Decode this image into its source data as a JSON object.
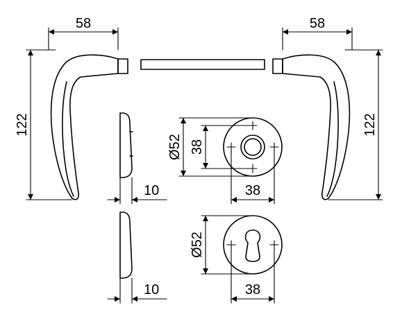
{
  "dimensions": {
    "left_handle_projection": "58",
    "right_handle_projection": "58",
    "left_handle_length": "122",
    "right_handle_length": "122",
    "rose_thickness": "10",
    "escutcheon_thickness": "10",
    "rose_diameter": "Ø52",
    "rose_inner": "38",
    "rose_width": "38",
    "escutcheon_diameter": "Ø52",
    "escutcheon_width": "38"
  },
  "colors": {
    "line": "#000000",
    "background": "#ffffff"
  }
}
